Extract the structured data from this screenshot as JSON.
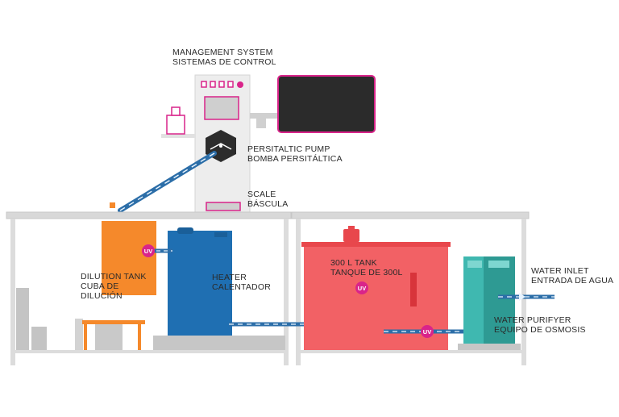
{
  "labels": {
    "management": [
      "MANAGEMENT SYSTEM",
      "SISTEMAS DE CONTROL"
    ],
    "pump": [
      "PERSITALTIC PUMP",
      "BOMBA PERSITÁLTICA"
    ],
    "scale": [
      "SCALE",
      "BÁSCULA"
    ],
    "dilution": [
      "DILUTION TANK",
      "CUBA DE",
      "DILUCIÓN"
    ],
    "heater": [
      "HEATER",
      "CALENTADOR"
    ],
    "tank300": [
      "300 L TANK",
      "TANQUE DE 300L"
    ],
    "water_inlet": [
      "WATER INLET",
      "ENTRADA DE AGUA"
    ],
    "purifier": [
      "WATER PURIFYER",
      "EQUIPO DE OSMOSIS"
    ]
  },
  "uv_badges": [
    "UV",
    "UV",
    "UV"
  ],
  "colors": {
    "orange": "#f5892b",
    "blue": "#1f6fb2",
    "red": "#f26165",
    "teal": "#3fb8b0",
    "magenta": "#d9248a",
    "dark": "#2c2c2c",
    "frame": "#d8d8d8"
  }
}
